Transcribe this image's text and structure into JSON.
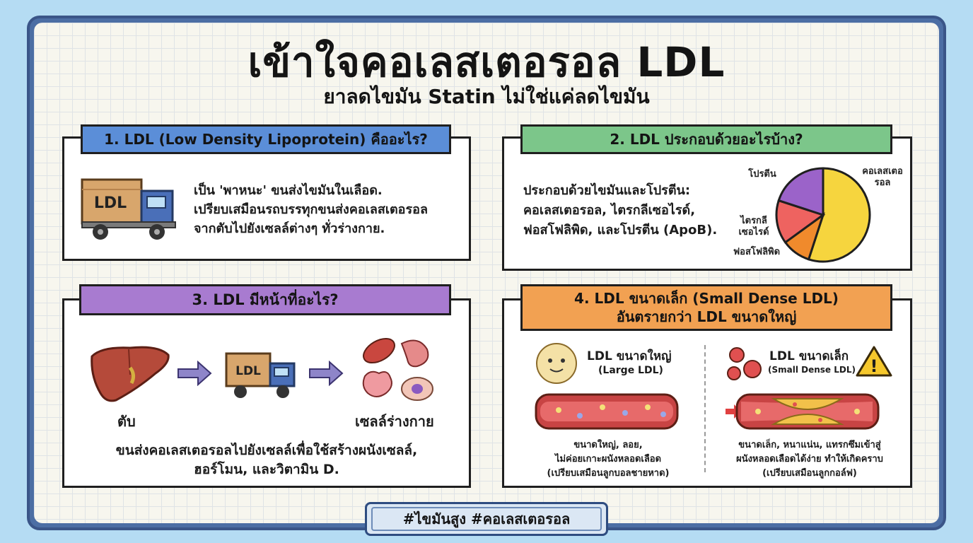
{
  "title": "เข้าใจคอเลสเตอรอล LDL",
  "subtitle": "ยาลดไขมัน Statin ไม่ใช่แค่ลดไขมัน",
  "panel1": {
    "header": "1. LDL (Low Density Lipoprotein) คืออะไร?",
    "truck_label": "LDL",
    "lines": [
      "เป็น 'พาหนะ' ขนส่งไขมันในเลือด.",
      "เปรียบเสมือนรถบรรทุกขนส่งคอเลสเตอรอล",
      "จากตับไปยังเซลล์ต่างๆ ทั่วร่างกาย."
    ],
    "header_color": "#5b8ed8"
  },
  "panel2": {
    "header": "2. LDL ประกอบด้วยอะไรบ้าง?",
    "lines": [
      "ประกอบด้วยไขมันและโปรตีน:",
      "คอเลสเตอรอล, ไตรกลีเซอไรด์,",
      "ฟอสโฟลิพิด, และโปรตีน (ApoB)."
    ],
    "header_color": "#7cc68a",
    "pie": {
      "slices": [
        {
          "label": "คอเลสเตอรอล",
          "color": "#f6d53e",
          "value": 55
        },
        {
          "label": "ฟอสโฟลิพิด",
          "color": "#f08a2c",
          "value": 10
        },
        {
          "label": "ไตรกลีเซอไรด์",
          "color": "#ee6360",
          "value": 15
        },
        {
          "label": "โปรตีน",
          "color": "#9b63c9",
          "value": 20
        }
      ],
      "label_cholesterol_1": "คอเลสเตอ",
      "label_cholesterol_2": "รอล",
      "label_protein": "โปรตีน",
      "label_tri_1": "ไตรกลี",
      "label_tri_2": "เซอไรด์",
      "label_phospho": "ฟอสโฟลิพิด"
    }
  },
  "panel3": {
    "header": "3. LDL มีหน้าที่อะไร?",
    "header_color": "#a87bd0",
    "truck_label": "LDL",
    "liver_label": "ตับ",
    "cells_label": "เซลล์ร่างกาย",
    "lines": [
      "ขนส่งคอเลสเตอรอลไปยังเซลล์เพื่อใช้สร้างผนังเซลล์,",
      "ฮอร์โมน, และวิตามิน D."
    ]
  },
  "panel4": {
    "header_1": "4. LDL ขนาดเล็ก (Small Dense LDL)",
    "header_2": "อันตรายกว่า LDL ขนาดใหญ่",
    "header_color": "#f2a152",
    "large": {
      "title": "LDL ขนาดใหญ่",
      "subtitle": "(Large LDL)",
      "desc": [
        "ขนาดใหญ่, ลอย,",
        "ไม่ค่อยเกาะผนังหลอดเลือด",
        "(เปรียบเสมือนลูกบอลชายหาด)"
      ]
    },
    "small": {
      "title": "LDL ขนาดเล็ก",
      "subtitle": "(Small Dense LDL)",
      "desc": [
        "ขนาดเล็ก, หนาแน่น, แทรกซึมเข้าสู่",
        "ผนังหลอดเลือดได้ง่าย ทำให้เกิดคราบ",
        "(เปรียบเสมือนลูกกอล์ฟ)"
      ],
      "warning": "!"
    }
  },
  "hashtag": "#ไขมันสูง #คอเลสเตอรอล"
}
